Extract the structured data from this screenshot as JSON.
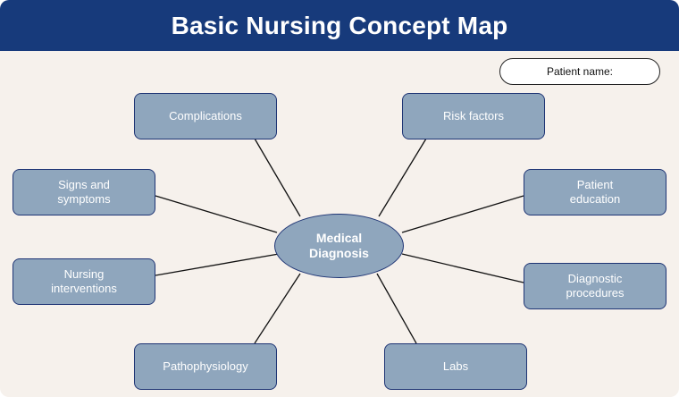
{
  "header": {
    "title": "Basic Nursing Concept Map"
  },
  "patient_field": {
    "label": "Patient name:"
  },
  "center": {
    "label": "Medical\nDiagnosis"
  },
  "nodes": {
    "complications": "Complications",
    "risk_factors": "Risk factors",
    "signs_symptoms": "Signs and\nsymptoms",
    "patient_education": "Patient\neducation",
    "nursing_interventions": "Nursing\ninterventions",
    "diagnostic_procedures": "Diagnostic\nprocedures",
    "pathophysiology": "Pathophysiology",
    "labs": "Labs"
  },
  "colors": {
    "header": "#173a7b",
    "background": "#f6f1ec",
    "node_fill": "#8fa6bd",
    "node_border": "#1e3474"
  }
}
